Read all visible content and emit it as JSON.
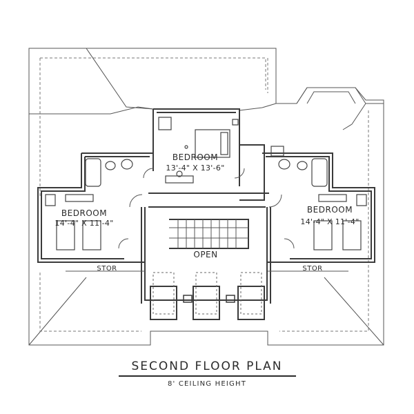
{
  "plan": {
    "title": "SECOND FLOOR PLAN",
    "subtitle": "8' CEILING HEIGHT",
    "rooms": {
      "bedroom_center": {
        "name": "BEDROOM",
        "dims": "13'-4\" X 13'-6\""
      },
      "bedroom_left": {
        "name": "BEDROOM",
        "dims": "14'-4\" X 11'-4\""
      },
      "bedroom_right": {
        "name": "BEDROOM",
        "dims": "14'-4\" X 11'-4\""
      },
      "open": {
        "name": "OPEN"
      },
      "stor_left": {
        "name": "STOR"
      },
      "stor_right": {
        "name": "STOR"
      }
    }
  },
  "colors": {
    "wall": "#3a3a3a",
    "line": "#555555",
    "wall_fill": "#cfcfcf"
  }
}
